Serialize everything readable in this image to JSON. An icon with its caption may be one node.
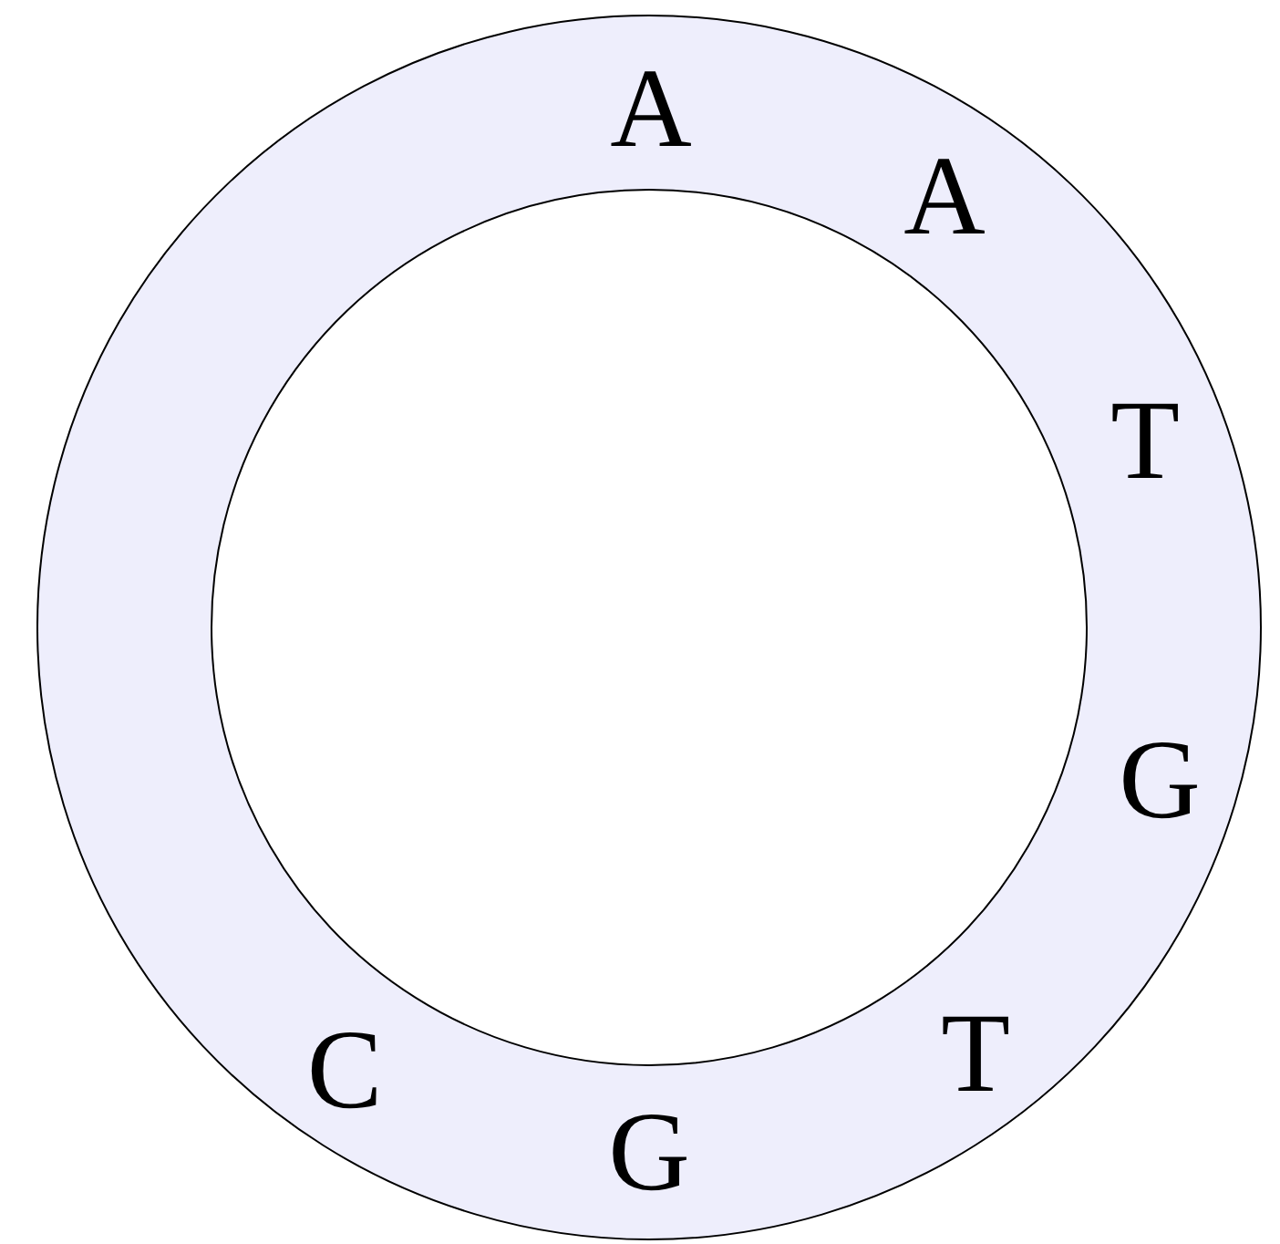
{
  "diagram": {
    "nodes": [
      {
        "text": [
          "A",
          "A",
          "T",
          "G",
          "T",
          "G",
          "C"
        ]
      }
    ]
  }
}
